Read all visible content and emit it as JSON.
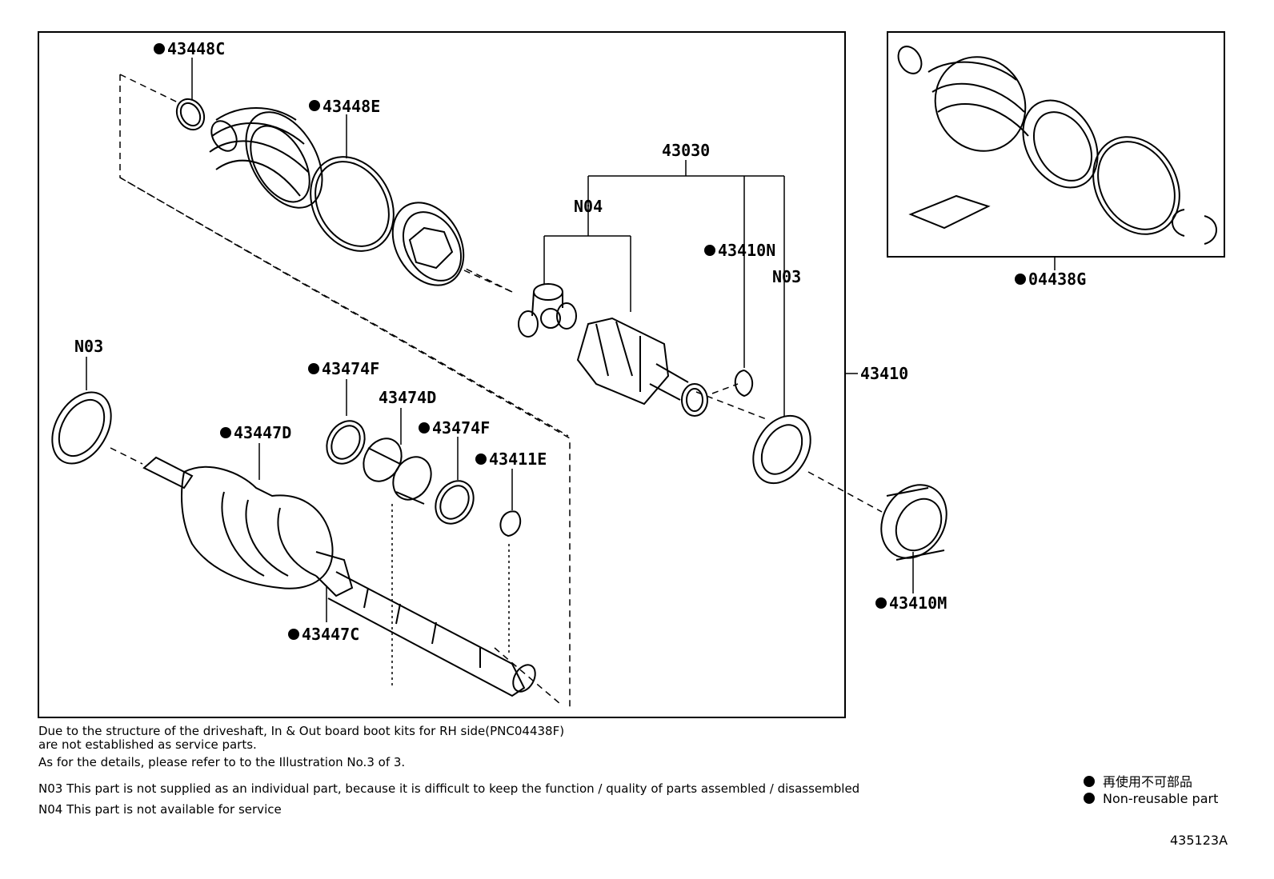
{
  "labels": {
    "l43448C": "43448C",
    "l43448E": "43448E",
    "l43030": "43030",
    "lN04": "N04",
    "l43410N": "43410N",
    "lN03a": "N03",
    "l43410": "43410",
    "lN03b": "N03",
    "l43474F_top": "43474F",
    "l43474D": "43474D",
    "l43474F_mid": "43474F",
    "l43447D": "43447D",
    "l43411E": "43411E",
    "l43447C": "43447C",
    "l43410M": "43410M",
    "l04438G": "04438G"
  },
  "notes": {
    "line1": "Due to the structure of the driveshaft, In & Out board  boot kits for RH side(PNC04438F)",
    "line2": "are not established as service parts.",
    "line3": "As for the details, please refer to to the Illustration No.3 of 3.",
    "line4": "N03 This part is not supplied as an  individual part, because it is difficult to keep the function / quality of parts assembled / disassembled",
    "line5": "N04 This part is not available for service"
  },
  "legend": {
    "jp": "再使用不可部品",
    "en": "Non-reusable part"
  },
  "illustration_code": "435123A"
}
